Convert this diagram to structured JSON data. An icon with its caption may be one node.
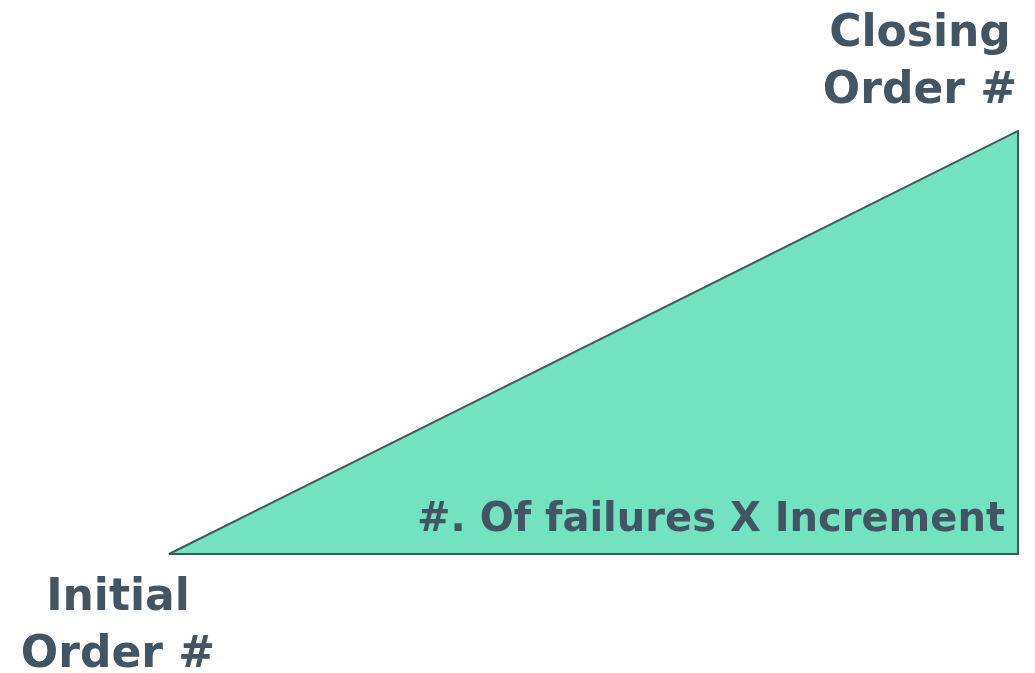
{
  "diagram": {
    "nodes": [
      {
        "text": [
          "#. Of failures X Increment"
        ]
      }
    ],
    "labels": [
      "Closing Order #",
      "Initial Order #"
    ]
  }
}
